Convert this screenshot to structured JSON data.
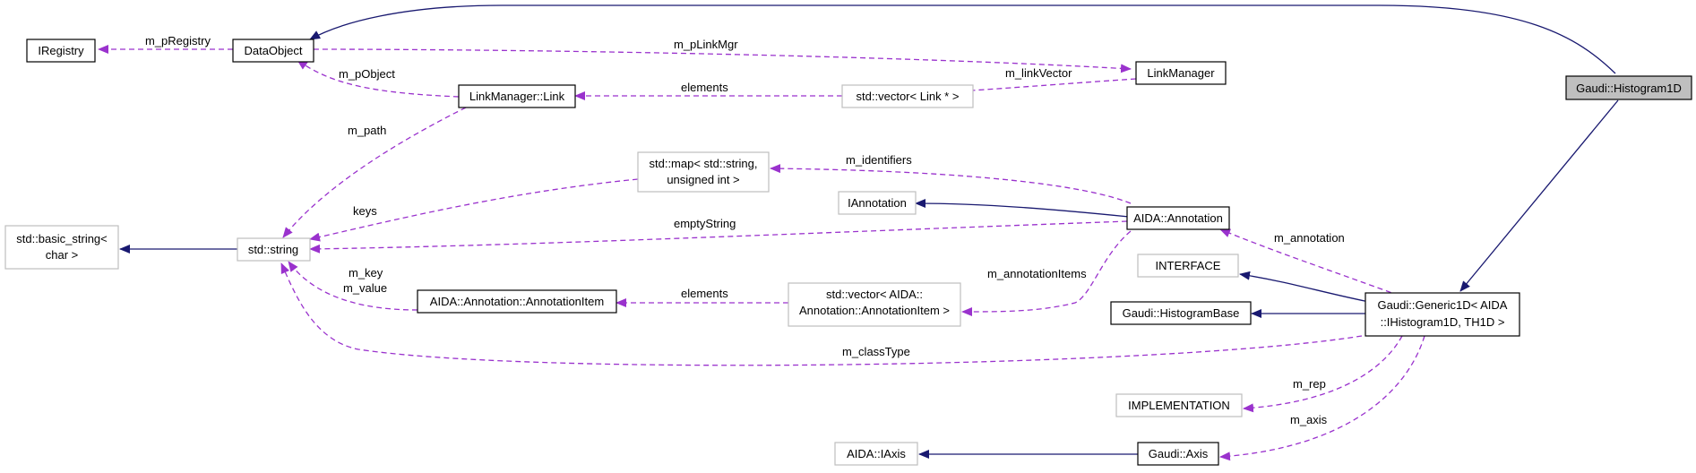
{
  "nodes": {
    "gaudi_histogram1d": "Gaudi::Histogram1D",
    "iregistry": "IRegistry",
    "dataobject": "DataObject",
    "linkmanager": "LinkManager",
    "linkmanager_link": "LinkManager::Link",
    "vector_link": "std::vector< Link * >",
    "std_basic_string": [
      "std::basic_string<",
      "char >"
    ],
    "std_string": "std::string",
    "std_map": [
      "std::map< std::string,",
      "unsigned int >"
    ],
    "iannotation": "IAnnotation",
    "aida_annotation": "AIDA::Annotation",
    "interface": "INTERFACE",
    "gaudi_histogrambase": "Gaudi::HistogramBase",
    "gaudi_generic1d": [
      "Gaudi::Generic1D< AIDA",
      "::IHistogram1D, TH1D >"
    ],
    "annotation_item": "AIDA::Annotation::AnnotationItem",
    "vector_annotation_item": [
      "std::vector< AIDA::",
      "Annotation::AnnotationItem >"
    ],
    "implementation": "IMPLEMENTATION",
    "aida_iaxis": "AIDA::IAxis",
    "gaudi_axis": "Gaudi::Axis"
  },
  "edge_labels": {
    "m_pRegistry": "m_pRegistry",
    "m_pLinkMgr": "m_pLinkMgr",
    "m_pObject": "m_pObject",
    "elements_link": "elements",
    "m_linkVector": "m_linkVector",
    "m_path": "m_path",
    "m_identifiers": "m_identifiers",
    "keys": "keys",
    "emptyString": "emptyString",
    "m_annotation": "m_annotation",
    "m_annotationItems": "m_annotationItems",
    "m_key": "m_key",
    "m_value": "m_value",
    "elements_item": "elements",
    "m_classType": "m_classType",
    "m_rep": "m_rep",
    "m_axis": "m_axis"
  },
  "colors": {
    "inheritance": "#191970",
    "association": "#9a32cd",
    "root_fill": "#bfbfbf",
    "grey_border": "#bfbfbf",
    "black_border": "#000000"
  }
}
